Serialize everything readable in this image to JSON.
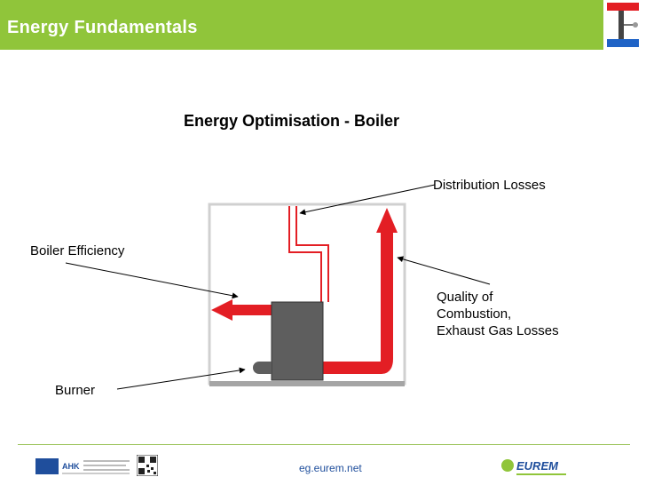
{
  "header": {
    "title": "Energy Fundamentals"
  },
  "slide": {
    "title": "Energy Optimisation - Boiler"
  },
  "labels": {
    "distribution_losses": "Distribution Losses",
    "boiler_efficiency": "Boiler Efficiency",
    "quality_line1": "Quality of",
    "quality_line2": "Combustion,",
    "quality_line3": "Exhaust Gas Losses",
    "burner": "Burner"
  },
  "footer": {
    "url": "eg.eurem.net",
    "ahk_logo_text": "AHK",
    "eurem_logo_text": "EUREM"
  },
  "colors": {
    "header_green": "#90c53a",
    "flow_red": "#e31e24",
    "boiler_grey": "#5e5e5e",
    "link_blue": "#1f4e9c"
  }
}
